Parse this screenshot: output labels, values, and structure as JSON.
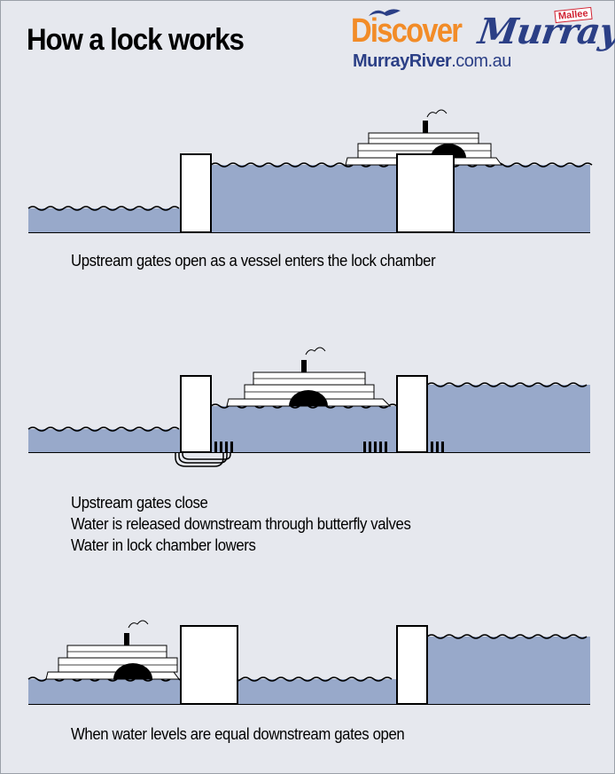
{
  "title": "How a lock works",
  "logo": {
    "discover": "Discover",
    "murray": "Murray",
    "badge": "Mallee",
    "url_bold": "MurrayRiver",
    "url_rest": ".com.au"
  },
  "colors": {
    "water": "#98a9ca",
    "background": "#e6e8ee",
    "brand_orange": "#f28c28",
    "brand_blue": "#2b3f86"
  },
  "steps": [
    {
      "caption_lines": [
        "Upstream gates open as a vessel enters the lock chamber"
      ]
    },
    {
      "caption_lines": [
        "Upstream gates close",
        "Water is released downstream through butterfly valves",
        "Water in lock chamber lowers"
      ]
    },
    {
      "caption_lines": [
        "When water levels are equal downstream gates open"
      ]
    }
  ]
}
